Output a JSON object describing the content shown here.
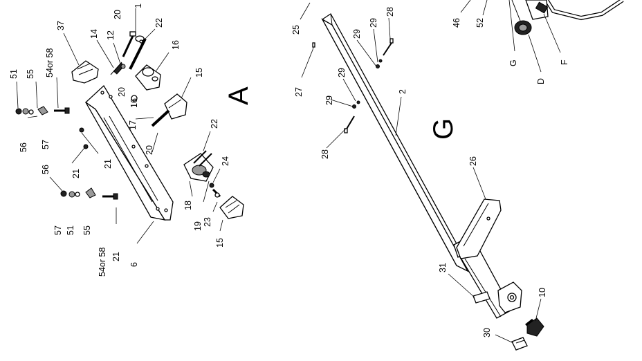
{
  "sections": {
    "a": "A",
    "g": "G"
  },
  "callouts": {
    "c1": "1",
    "c20_top": "20",
    "c22_top": "22",
    "c37": "37",
    "c14": "14",
    "c12": "12",
    "c16_top": "16",
    "c20_mid": "20",
    "c16_mid": "16",
    "c15_top": "15",
    "c51_top": "51",
    "c55_top": "55",
    "c54or58_top": "54or 58",
    "c56_top": "56",
    "c57_top": "57",
    "c21_a": "21",
    "c21_b": "21",
    "c17": "17",
    "c20_low": "20",
    "c22_low": "22",
    "c24": "24",
    "c56_low": "56",
    "c57_low": "57",
    "c51_low": "51",
    "c55_low": "55",
    "c54or58_low": "54or 58",
    "c21_low": "21",
    "c18": "18",
    "c19": "19",
    "c23": "23",
    "c15_low": "15",
    "c6": "6",
    "c25": "25",
    "c29_a": "29",
    "c28_top": "28",
    "c27": "27",
    "c29_b": "29",
    "c29_c": "29",
    "c28_low": "28",
    "c2": "2",
    "c46": "46",
    "c52": "52",
    "cG": "G",
    "cD": "D",
    "cF": "F",
    "c26": "26",
    "c31": "31",
    "c10": "10",
    "c30": "30"
  }
}
